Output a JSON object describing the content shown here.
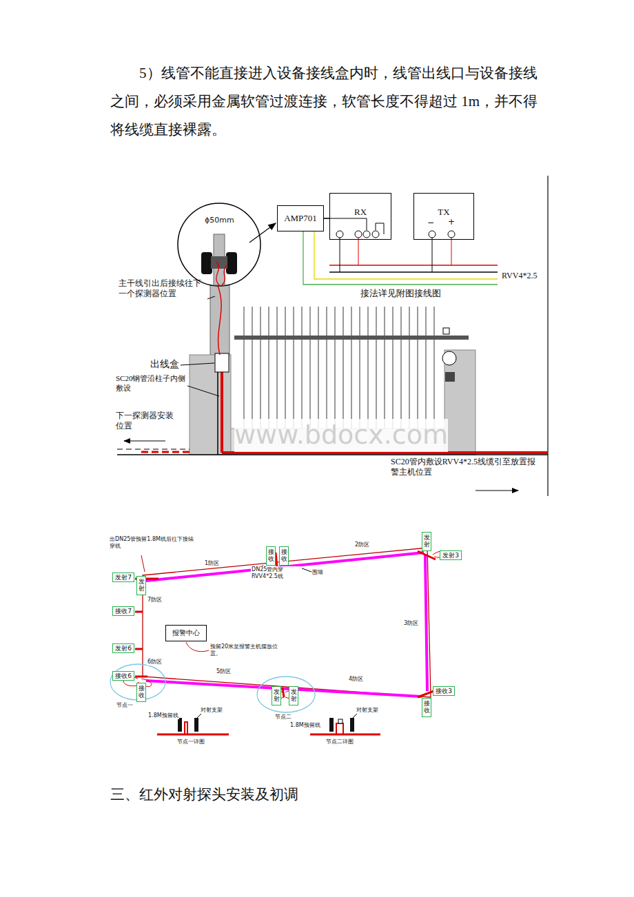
{
  "diagram": {
    "nodes": [
      {
        "text": [
          "AMP701"
        ]
      },
      {
        "text": [
          "RX"
        ]
      },
      {
        "text": [
          "TX"
        ]
      },
      {
        "text": [
          "报警中心"
        ]
      },
      {
        "text": [
          "发射"
        ]
      },
      {
        "text": [
          "接收"
        ]
      },
      {
        "text": [
          "接收"
        ]
      },
      {
        "text": [
          "发射3"
        ]
      },
      {
        "text": [
          "发射7"
        ]
      },
      {
        "text": [
          "发射"
        ]
      },
      {
        "text": [
          "接收7"
        ]
      },
      {
        "text": [
          "发射6"
        ]
      },
      {
        "text": [
          "接收6"
        ]
      },
      {
        "text": [
          "接收"
        ]
      },
      {
        "text": [
          "发射"
        ]
      },
      {
        "text": [
          "发射"
        ]
      },
      {
        "text": [
          "接收3"
        ]
      },
      {
        "text": [
          "接收"
        ]
      }
    ],
    "edges": [
      {
        "from": 0,
        "to": 1,
        "arrow": "none"
      }
    ],
    "labels": [
      "5）线管不能直接进入设备接线盒内时，线管出线口与设备接线之间，必须采用金属软管过渡连接，软管长度不得超过 1m，并不得将线缆直接裸露。",
      "ϕ50mm",
      "主干线引出后接续往下一个探测器位置",
      "出线盒",
      "SC20钢管沿柱子内侧敷设",
      "下一探测器安装位置",
      "−",
      "+",
      "RVV4*2.5",
      "接法详见附图接线图",
      "SC20管内敷设RVV4*2.5线缆引至放置报警主机位置",
      "www.bdocx.com",
      "出DN25管预留1.8M线后往下接续穿线",
      "1防区",
      "2防区",
      "DN25管内穿RVV4*2.5线",
      "围墙",
      "7防区",
      "3防区",
      "预留20米至报警主机摆放位置。",
      "6防区",
      "5防区",
      "4防区",
      "节点一",
      "节点二",
      "1.8M预留线",
      "对射支架",
      "1.8M预留线",
      "对射支架",
      "节点一详图",
      "节点二详图",
      "三、红外对射探头安装及初调"
    ]
  }
}
